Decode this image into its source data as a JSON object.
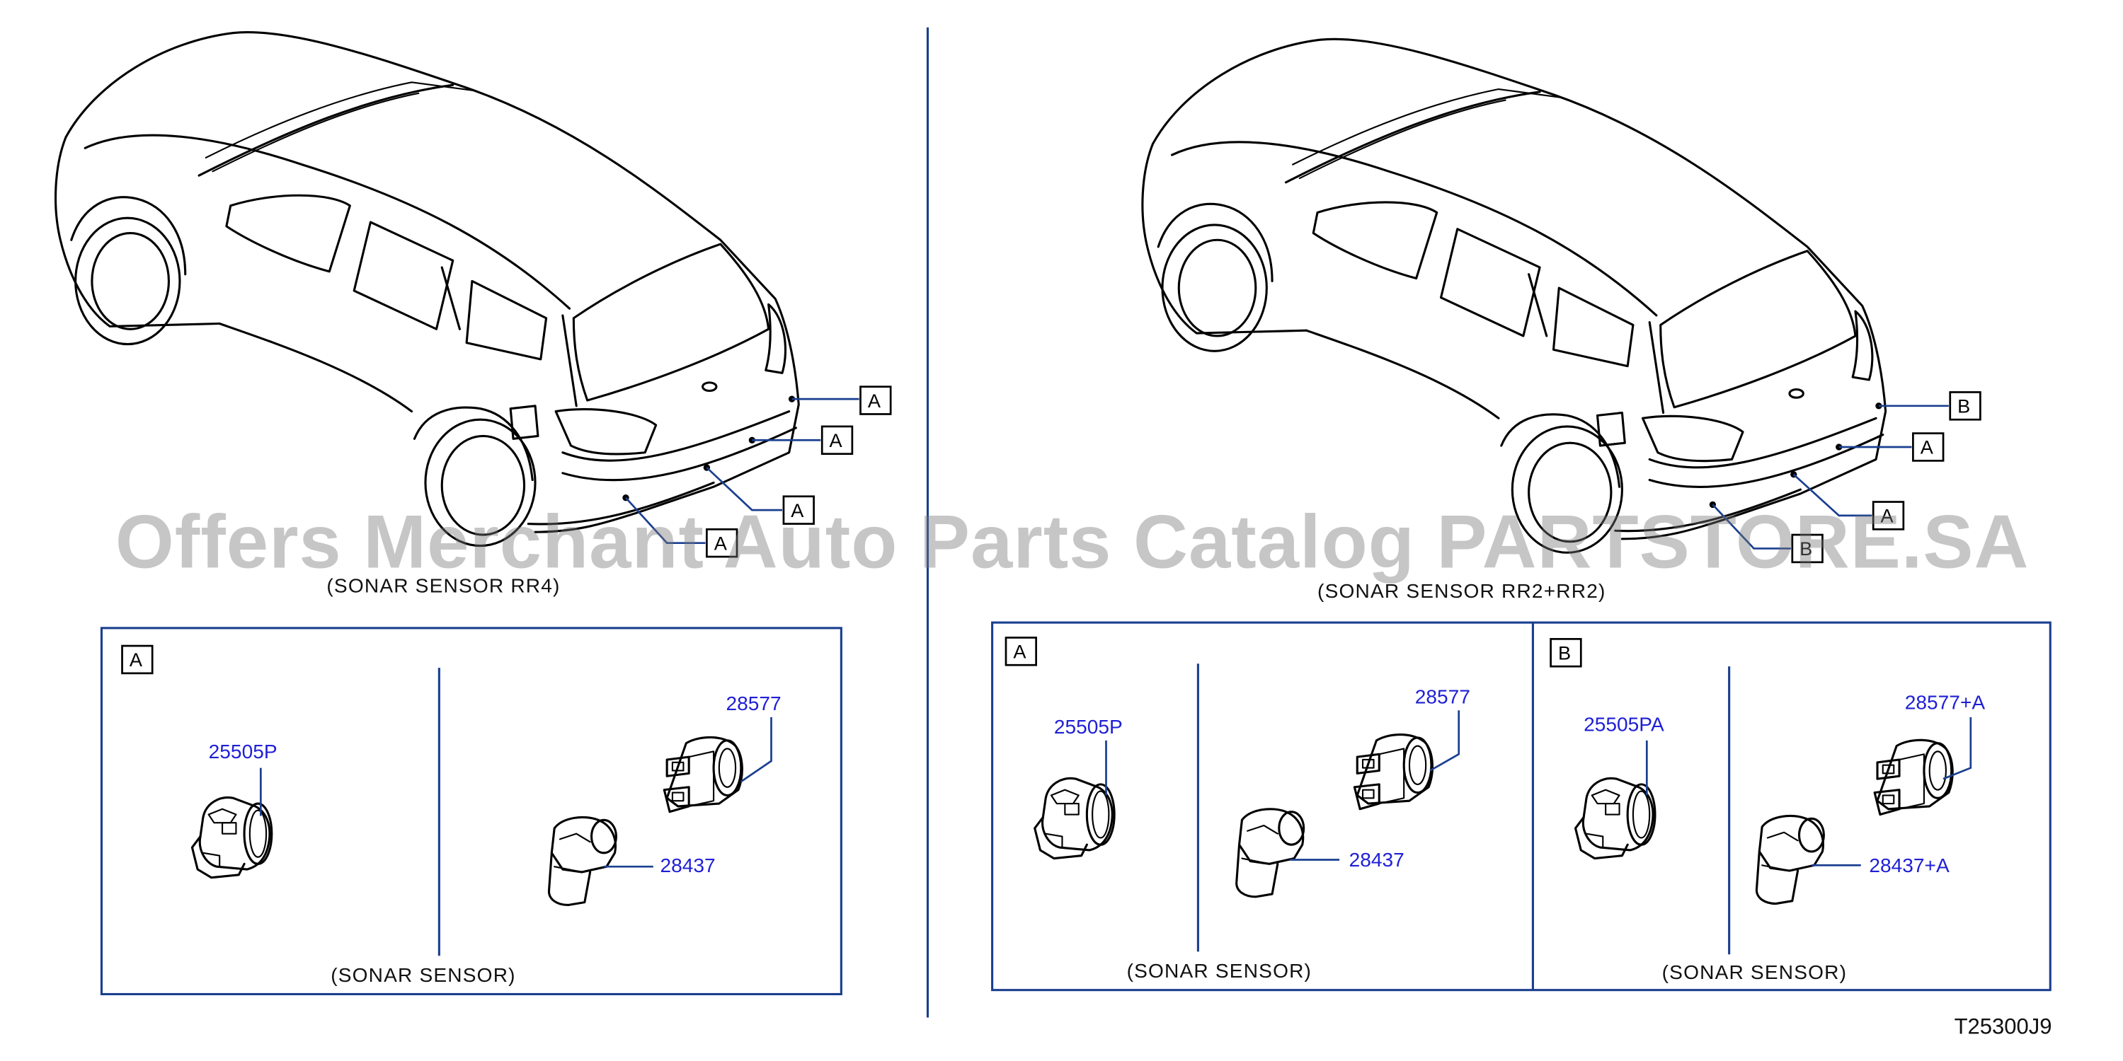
{
  "watermark": "Offers Merchant Auto Parts Catalog PARTSTORE.SA",
  "left": {
    "caption": "(SONAR   SENSOR   RR4)",
    "callouts": [
      "A",
      "A",
      "A",
      "A"
    ],
    "box": {
      "label": "A",
      "parts": [
        "25505P",
        "28577",
        "28437"
      ],
      "caption": "(SONAR   SENSOR)"
    }
  },
  "right": {
    "caption": "(SONAR   SENSOR   RR2+RR2)",
    "callouts": [
      "B",
      "A",
      "A",
      "B"
    ],
    "box_a": {
      "label": "A",
      "parts": [
        "25505P",
        "28577",
        "28437"
      ],
      "caption": "(SONAR   SENSOR)"
    },
    "box_b": {
      "label": "B",
      "parts": [
        "25505PA",
        "28577+A",
        "28437+A"
      ],
      "caption": "(SONAR   SENSOR)"
    }
  },
  "diagram_code": "T25300J9",
  "colors": {
    "frame": "#1a3f8f",
    "part_number": "#1f1fd6",
    "watermark": "#8a8a8a"
  }
}
